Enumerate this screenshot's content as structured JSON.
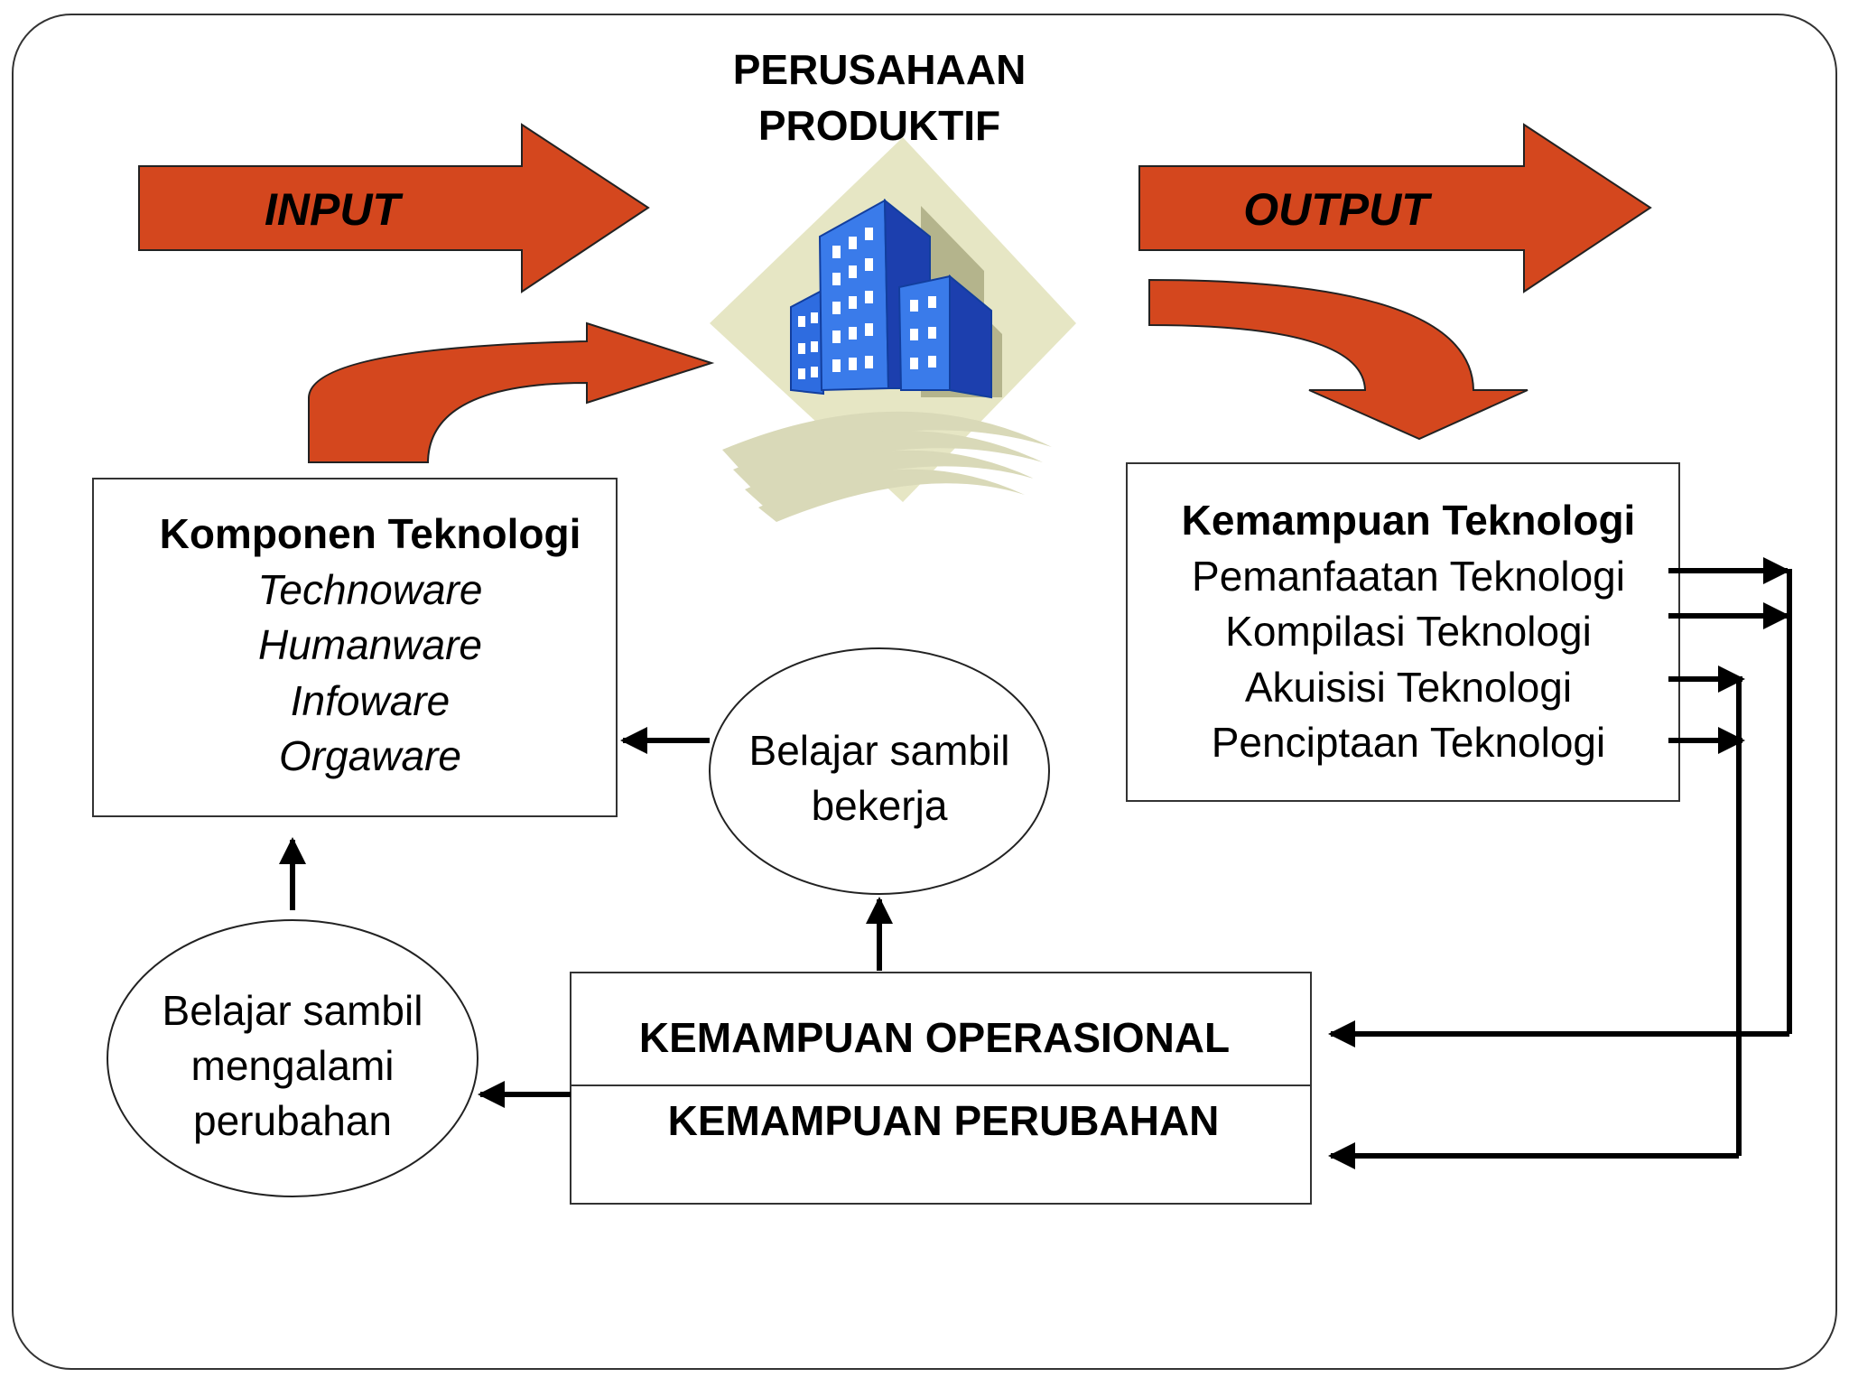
{
  "company": {
    "line1": "PERUSAHAAN",
    "line2": "PRODUKTIF"
  },
  "arrows": {
    "input": "INPUT",
    "output": "OUTPUT"
  },
  "komponen": {
    "title": "Komponen Teknologi",
    "items": [
      "Technoware",
      "Humanware",
      "Infoware",
      "Orgaware"
    ]
  },
  "kemampuan_teknologi": {
    "title": "Kemampuan Teknologi",
    "items": [
      "Pemanfaatan Teknologi",
      "Kompilasi Teknologi",
      "Akuisisi Teknologi",
      "Penciptaan Teknologi"
    ]
  },
  "ellipse_bekerja": {
    "line1": "Belajar sambil",
    "line2": "bekerja"
  },
  "ellipse_perubahan": {
    "line1": "Belajar sambil",
    "line2": "mengalami",
    "line3": "perubahan"
  },
  "operasional": {
    "top": "KEMAMPUAN OPERASIONAL",
    "bottom": "KEMAMPUAN PERUBAHAN"
  },
  "colors": {
    "arrow_fill": "#D4471E",
    "building_blue": "#2E6CE0",
    "diamond": "#E6E6C4",
    "frame": "#333333"
  }
}
